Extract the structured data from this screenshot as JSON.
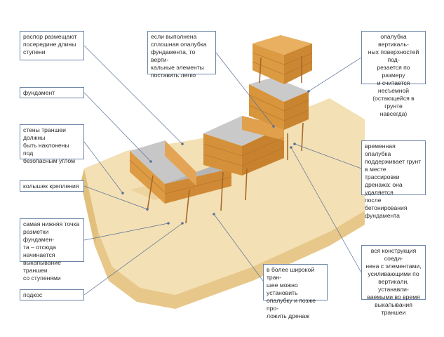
{
  "callouts": {
    "raspor": "распор размещают\nпосередине длины\nступени",
    "sploshnaya": "если выполнена\nсплошная опалубка\nфундамента, то верти-\nкальные элементы\nпоставить легко",
    "opalubka_vert": "опалубка вертикаль-\nных поверхностей под-\nрезается по размеру\nи считается несъемной\n(остающейся в грунте\nнавсегда)",
    "fundament": "фундамент",
    "steny": "стены траншеи должны\nбыть наклонены под\nбезопасным углом",
    "kolyshek": "колышек крепления",
    "vremennaya": "временная опалубка\nподдерживает грунт\nв месте трассировки\nдренажа: она удаляется\nпосле бетонирования\nфундамента",
    "nizhnyaya": "самая нижняя точка\nразметки фундамен-\nта – отсюда начинается\nвыкапывание траншеи\nсо ступенями",
    "shirokoy": "в более широкой тран-\nшее можно установить\nопалубку и позже про-\nложить дренаж",
    "vsya": "вся конструкция соеди-\nнена с элементами,\nусиливающими по вертикали,\nустанавли-\nваемыми во время\nвыкапывания траншеи",
    "podkos": "подкос"
  },
  "colors": {
    "callout_border": "#6e86a8",
    "leader_line": "#5a7096",
    "soil_top": "#f2ddb0",
    "soil_side": "#e8c98c",
    "timber": "#d9953c",
    "timber_dark": "#b8732a",
    "concrete": "#bfbfbf"
  }
}
